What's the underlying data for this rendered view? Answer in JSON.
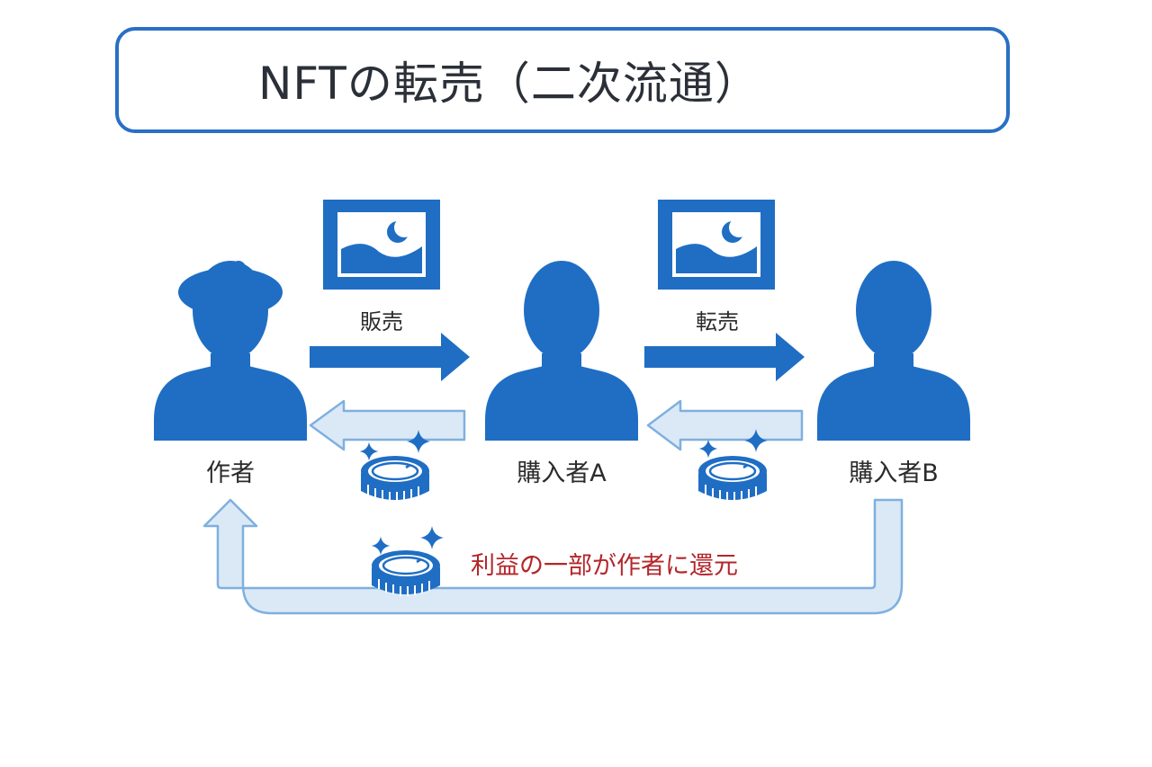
{
  "title": "NFTの転売（二次流通）",
  "actors": {
    "creator": "作者",
    "buyer_a": "購入者A",
    "buyer_b": "購入者B"
  },
  "arrows": {
    "sale": "販売",
    "resale": "転売"
  },
  "royalty_note": "利益の一部が作者に還元",
  "colors": {
    "primary": "#1f6ec4",
    "light_arrow_fill": "#dbe9f7",
    "light_arrow_stroke": "#7fb0de",
    "accent_red": "#b3262a"
  },
  "icons": [
    "artist-beret-icon",
    "person-icon",
    "nft-image-icon",
    "coin-icon",
    "sparkle-icon"
  ]
}
